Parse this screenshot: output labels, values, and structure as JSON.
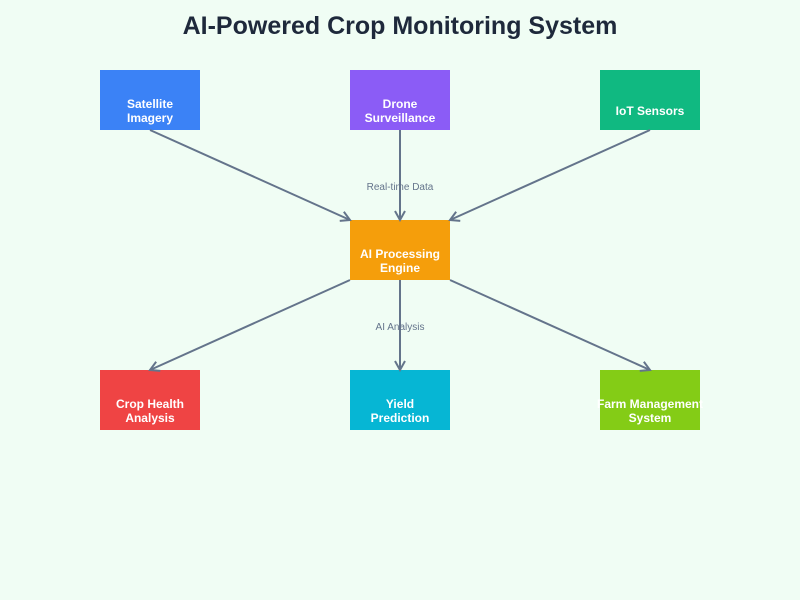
{
  "title": "AI-Powered Crop Monitoring System",
  "colors": {
    "background": "#f0fdf4",
    "edge": "#64748b",
    "title": "#1e293b"
  },
  "nodes": [
    {
      "id": "satellite",
      "lines": [
        "Satellite",
        "Imagery"
      ],
      "color": "#3b82f6"
    },
    {
      "id": "drone",
      "lines": [
        "Drone",
        "Surveillance"
      ],
      "color": "#8b5cf6"
    },
    {
      "id": "iot",
      "lines": [
        "IoT Sensors"
      ],
      "color": "#10b981"
    },
    {
      "id": "ai",
      "lines": [
        "AI Processing",
        "Engine"
      ],
      "color": "#f59e0b"
    },
    {
      "id": "health",
      "lines": [
        "Crop Health",
        "Analysis"
      ],
      "color": "#ef4444"
    },
    {
      "id": "yield",
      "lines": [
        "Yield",
        "Prediction"
      ],
      "color": "#06b6d4"
    },
    {
      "id": "farm",
      "lines": [
        "Farm Management",
        "System"
      ],
      "color": "#84cc16"
    }
  ],
  "edges": [
    {
      "from": "satellite",
      "to": "ai"
    },
    {
      "from": "drone",
      "to": "ai"
    },
    {
      "from": "iot",
      "to": "ai"
    },
    {
      "from": "ai",
      "to": "health"
    },
    {
      "from": "ai",
      "to": "yield"
    },
    {
      "from": "ai",
      "to": "farm"
    }
  ],
  "edge_labels": [
    "Real-time Data",
    "AI Analysis"
  ]
}
